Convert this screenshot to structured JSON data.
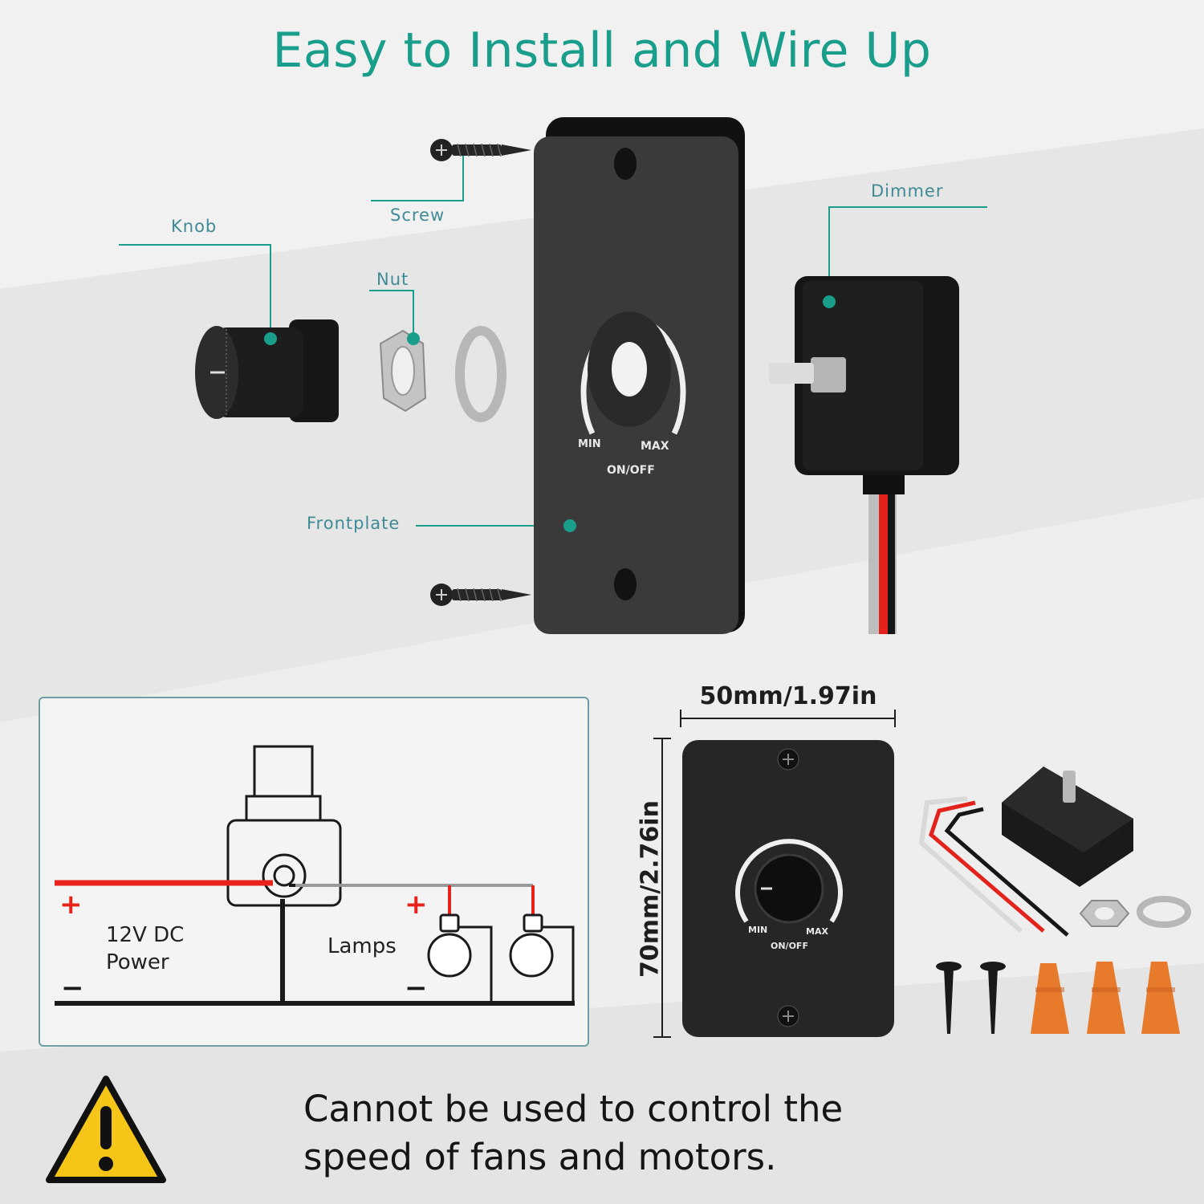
{
  "title": "Easy to Install and Wire Up",
  "callouts": {
    "knob": "Knob",
    "screw": "Screw",
    "nut": "Nut",
    "frontplate": "Frontplate",
    "dimmer": "Dimmer"
  },
  "plate_labels": {
    "min": "MIN",
    "max": "MAX",
    "onoff": "ON/OFF"
  },
  "circuit": {
    "plus_left": "+",
    "minus_left": "−",
    "power_line1": "12V DC",
    "power_line2": "Power",
    "plus_right": "+",
    "minus_right": "−",
    "lamps": "Lamps"
  },
  "dimensions": {
    "width": "50mm/1.97in",
    "height": "70mm/2.76in"
  },
  "warning": {
    "line1": "Cannot be used to control the",
    "line2": "speed of fans and motors."
  },
  "colors": {
    "title": "#1a9e8c",
    "callout_dot": "#1a9e8c",
    "wire_red": "#e8231c",
    "warning_yellow": "#f5c518",
    "connector_orange": "#e87a2c"
  }
}
